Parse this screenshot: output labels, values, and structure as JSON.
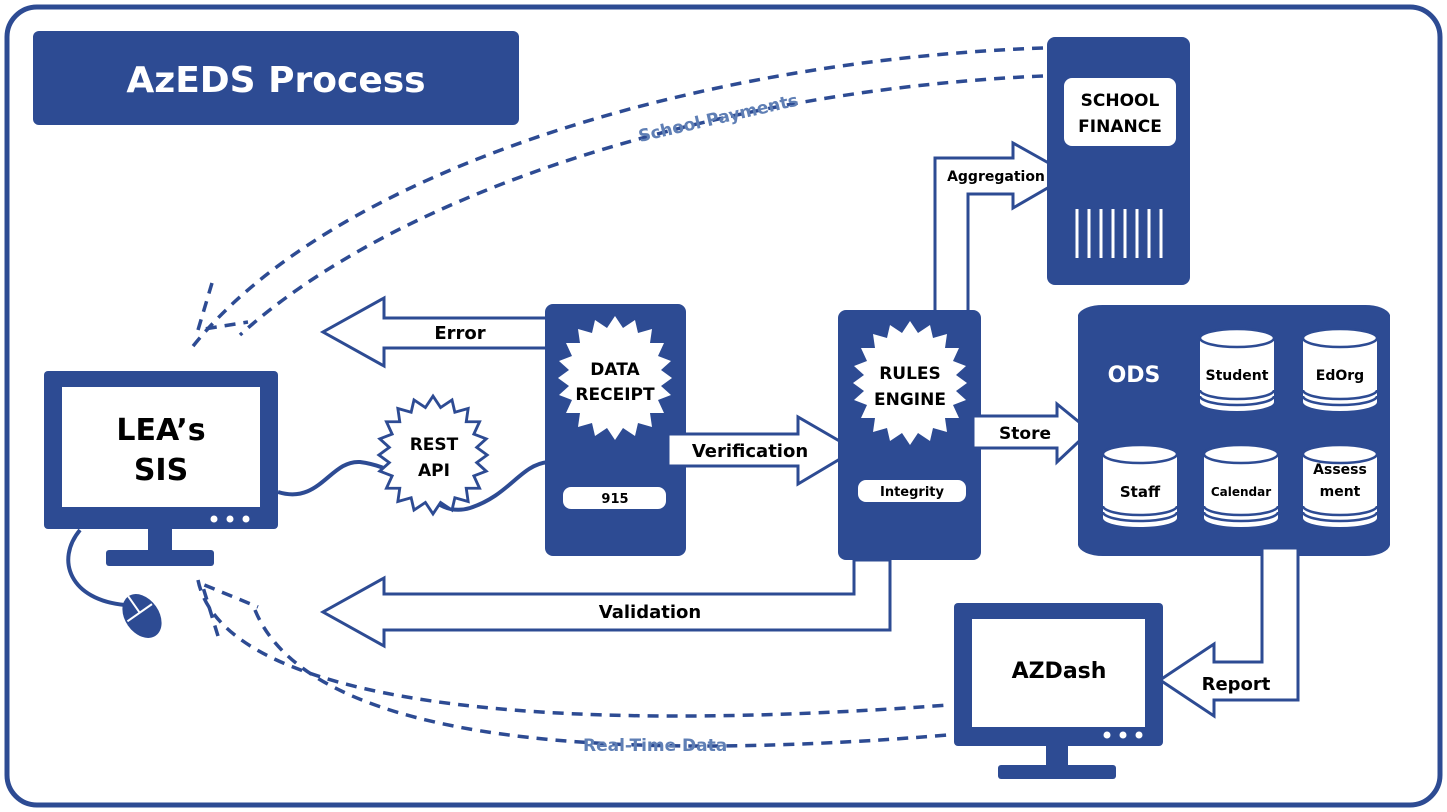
{
  "title": "AzEDS Process",
  "colors": {
    "navy": "#2d4b93",
    "link": "#5f7fb5",
    "white": "#ffffff"
  },
  "labels": {
    "school_payments": "School Payments",
    "real_time_data": "Real-Time Data",
    "lea_line1": "LEA’s",
    "lea_line2": "SIS",
    "rest_line1": "REST",
    "rest_line2": "API",
    "data_line1": "DATA",
    "data_line2": "RECEIPT",
    "receipt_code": "915",
    "rules_line1": "RULES",
    "rules_line2": "ENGINE",
    "integrity": "Integrity",
    "finance_line1": "SCHOOL",
    "finance_line2": "FINANCE",
    "error": "Error",
    "verification": "Verification",
    "validation": "Validation",
    "aggregation": "Aggregation",
    "store": "Store",
    "report": "Report",
    "ods": "ODS",
    "azdash": "AZDash",
    "db_student": "Student",
    "db_edorg": "EdOrg",
    "db_staff": "Staff",
    "db_calendar": "Calendar",
    "db_assess1": "Assess",
    "db_assess2": "ment"
  },
  "icons": [
    "computer-monitor-icon",
    "mouse-icon",
    "gear-icon",
    "server-icon",
    "database-icon"
  ]
}
